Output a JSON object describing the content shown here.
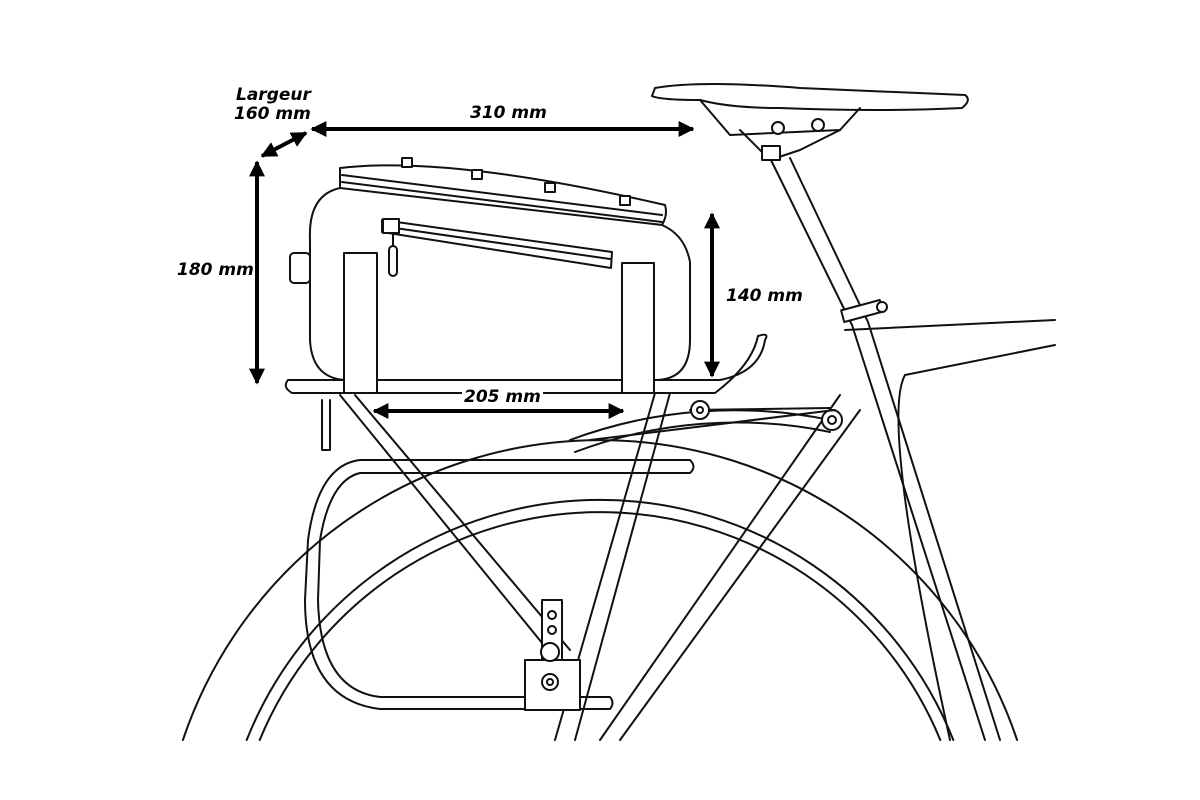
{
  "dimensions": {
    "width_label": "Largeur",
    "width_value": "160 mm",
    "length": "310 mm",
    "total_height": "180 mm",
    "bag_height": "140 mm",
    "base_length": "205 mm"
  }
}
